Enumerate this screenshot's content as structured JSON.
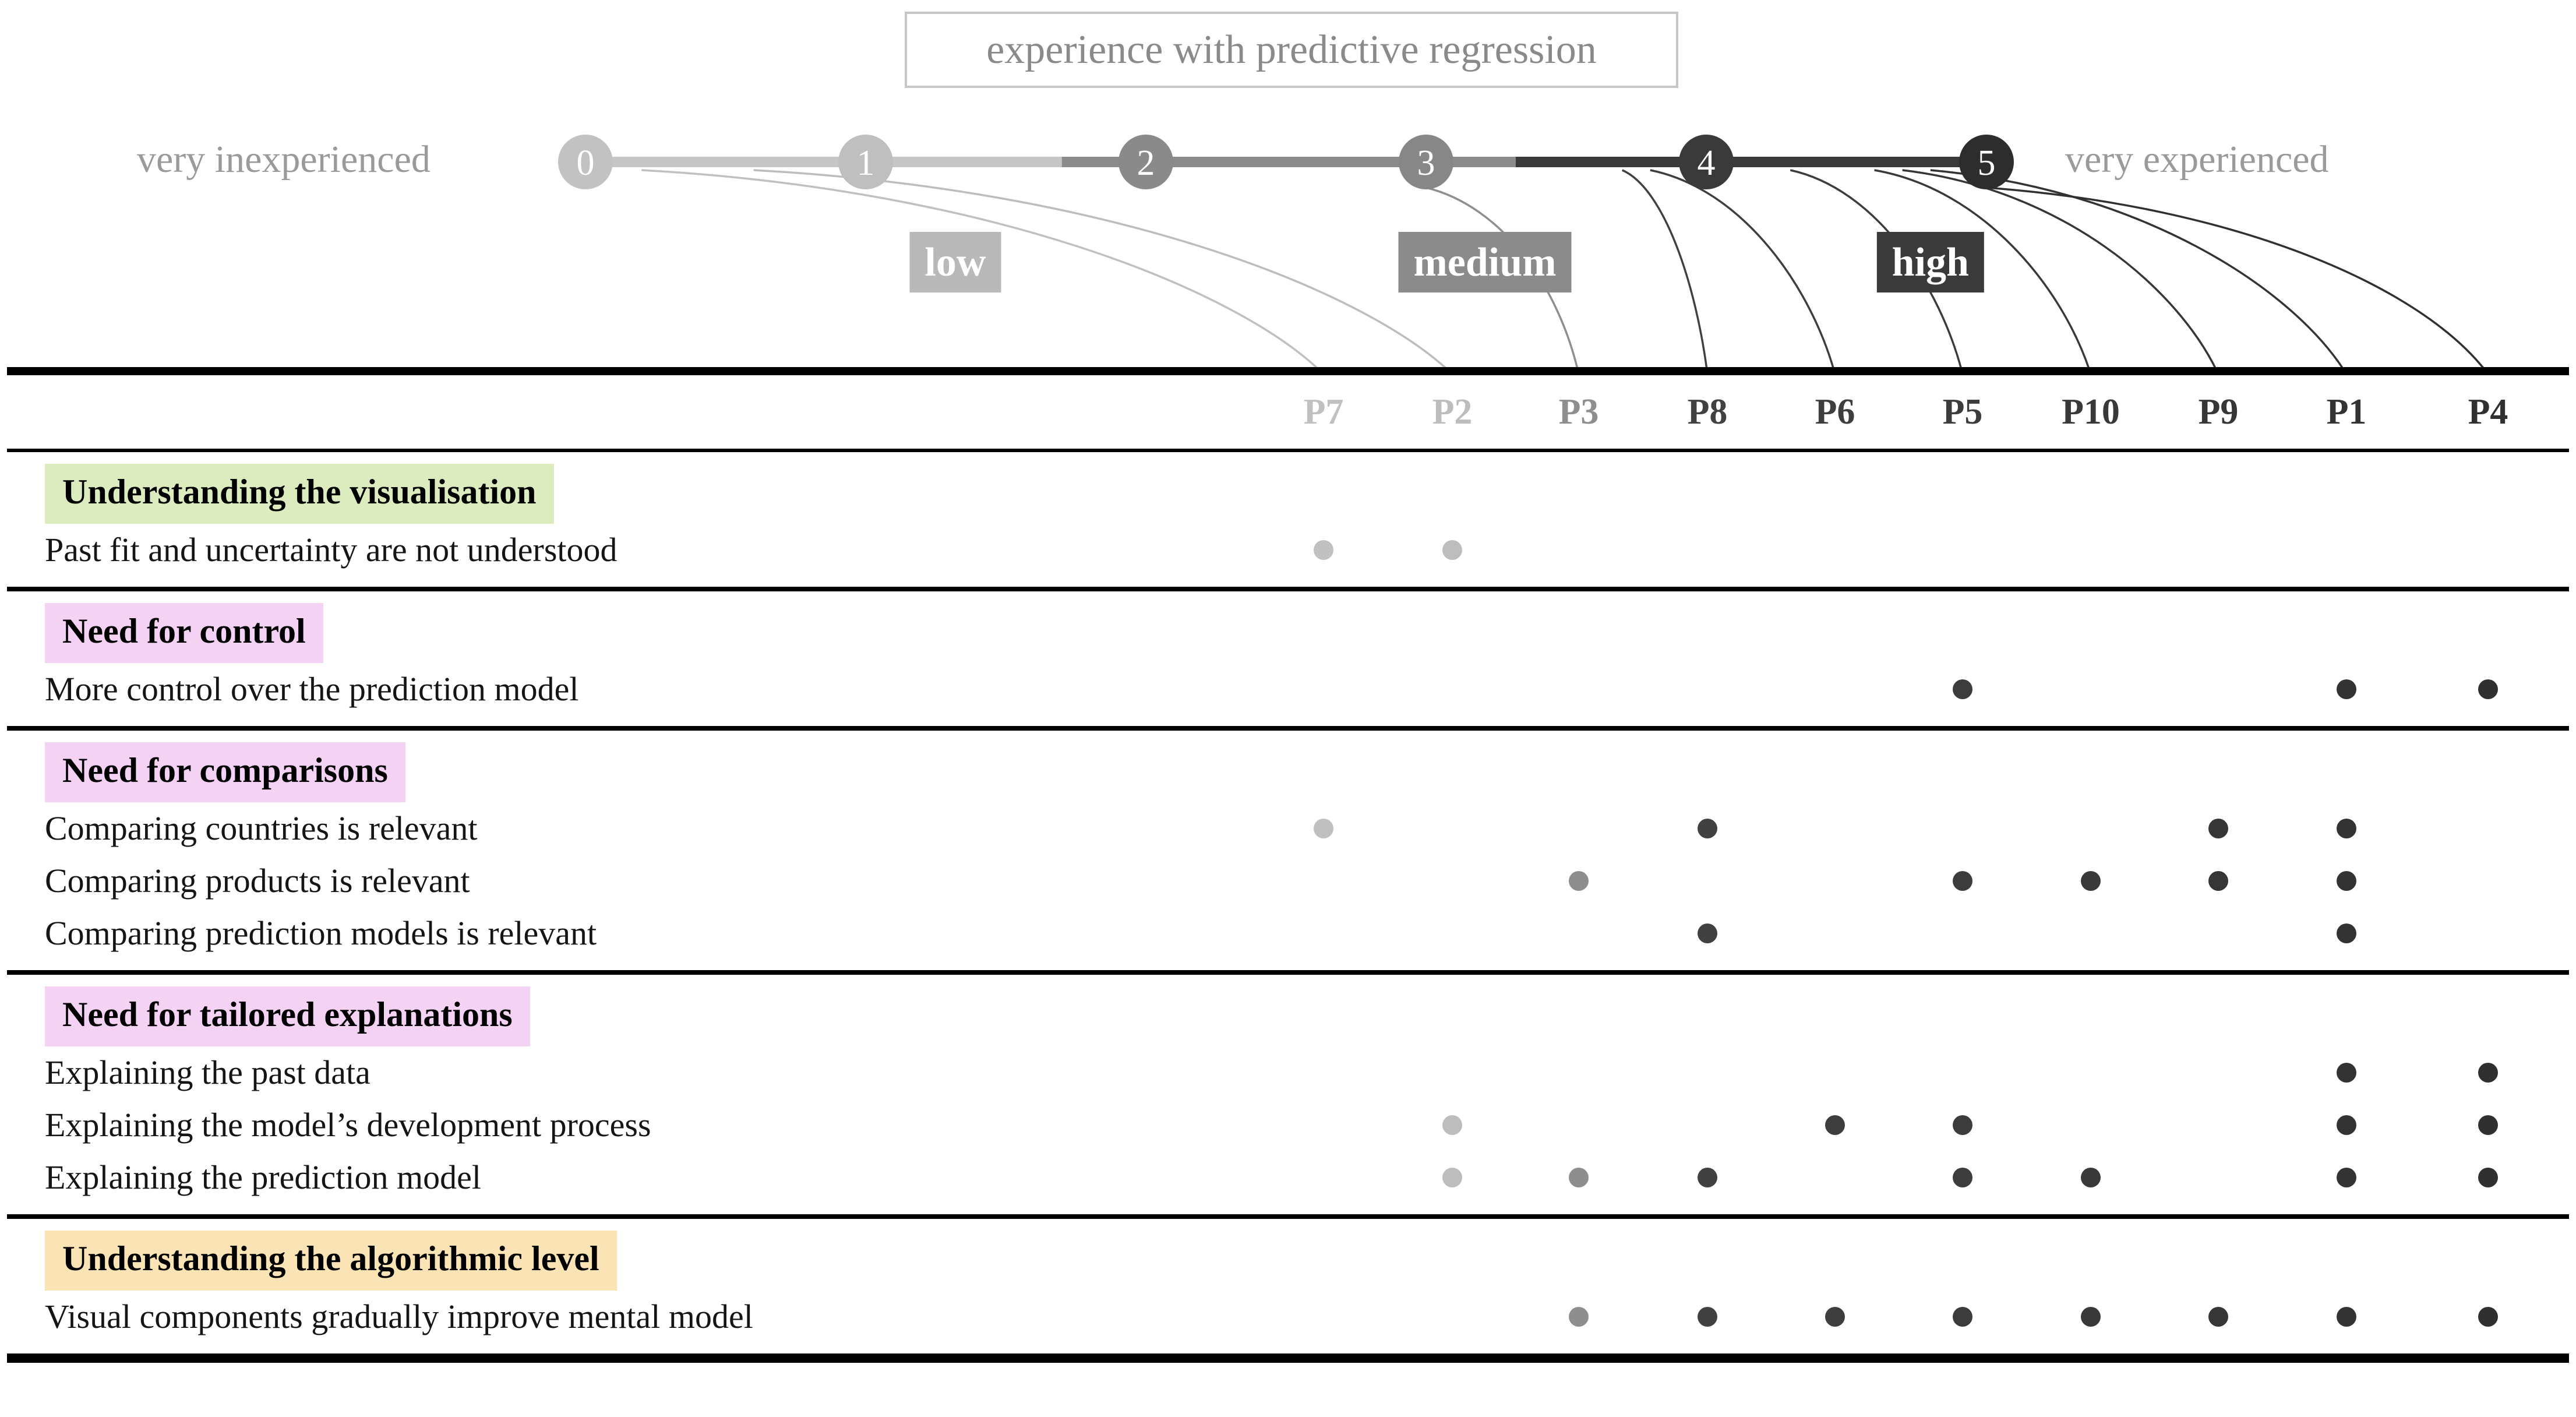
{
  "figure": {
    "scale": {
      "title": "experience with predictive regression",
      "left_label": "very inexperienced",
      "right_label": "very experienced",
      "ticks": [
        {
          "value": "0",
          "color": "#c2c2c2"
        },
        {
          "value": "1",
          "color": "#bfbfbf"
        },
        {
          "value": "2",
          "color": "#8a8a8a"
        },
        {
          "value": "3",
          "color": "#878787"
        },
        {
          "value": "4",
          "color": "#3a3a3a"
        },
        {
          "value": "5",
          "color": "#2d2d2d"
        }
      ],
      "segments": [
        {
          "from": 0,
          "to": 1.7,
          "color": "#c6c6c6"
        },
        {
          "from": 1.7,
          "to": 3.32,
          "color": "#8b8b8b"
        },
        {
          "from": 3.32,
          "to": 5,
          "color": "#3a3a3a"
        }
      ],
      "bands": [
        {
          "label": "low",
          "color": "#b9b9b9",
          "center_score": 1.32
        },
        {
          "label": "medium",
          "color": "#8b8b8b",
          "center_score": 3.21
        },
        {
          "label": "high",
          "color": "#3a3a3a",
          "center_score": 4.8
        }
      ]
    },
    "participants": [
      {
        "id": "P7",
        "score": 0.2,
        "color": "#c0c0c0"
      },
      {
        "id": "P2",
        "score": 0.6,
        "color": "#bdbdbd"
      },
      {
        "id": "P3",
        "score": 3.0,
        "color": "#8e8e8e"
      },
      {
        "id": "P8",
        "score": 3.7,
        "color": "#414141"
      },
      {
        "id": "P6",
        "score": 3.8,
        "color": "#3e3e3e"
      },
      {
        "id": "P5",
        "score": 4.3,
        "color": "#3c3c3c"
      },
      {
        "id": "P10",
        "score": 4.6,
        "color": "#393939"
      },
      {
        "id": "P9",
        "score": 4.7,
        "color": "#363636"
      },
      {
        "id": "P1",
        "score": 4.8,
        "color": "#333333"
      },
      {
        "id": "P4",
        "score": 5.0,
        "color": "#303030"
      }
    ],
    "sections": [
      {
        "title": "Understanding the visualisation",
        "highlight": "#dcecbf",
        "rows": [
          {
            "label": "Past fit and uncertainty are not understood",
            "marks": [
              "P7",
              "P2"
            ]
          }
        ]
      },
      {
        "title": "Need for control",
        "highlight": "#f4d2f4",
        "rows": [
          {
            "label": "More control over the prediction model",
            "marks": [
              "P5",
              "P1",
              "P4"
            ]
          }
        ]
      },
      {
        "title": "Need for comparisons",
        "highlight": "#f4d2f4",
        "rows": [
          {
            "label": "Comparing countries is relevant",
            "marks": [
              "P7",
              "P8",
              "P9",
              "P1"
            ]
          },
          {
            "label": "Comparing products is relevant",
            "marks": [
              "P3",
              "P5",
              "P10",
              "P9",
              "P1"
            ]
          },
          {
            "label": "Comparing prediction models is relevant",
            "marks": [
              "P8",
              "P1"
            ]
          }
        ]
      },
      {
        "title": "Need for tailored explanations",
        "highlight": "#f4d2f4",
        "rows": [
          {
            "label": "Explaining the past data",
            "marks": [
              "P1",
              "P4"
            ]
          },
          {
            "label": "Explaining the model’s development process",
            "marks": [
              "P2",
              "P6",
              "P5",
              "P1",
              "P4"
            ]
          },
          {
            "label": "Explaining the prediction model",
            "marks": [
              "P2",
              "P3",
              "P8",
              "P5",
              "P10",
              "P1",
              "P4"
            ]
          }
        ]
      },
      {
        "title": "Understanding the algorithmic level",
        "highlight": "#fae3b5",
        "rows": [
          {
            "label": "Visual components gradually improve mental model",
            "marks": [
              "P3",
              "P8",
              "P6",
              "P5",
              "P10",
              "P9",
              "P1",
              "P4"
            ]
          }
        ]
      }
    ]
  },
  "chart_data": {
    "type": "table",
    "title": "experience with predictive regression",
    "columns": [
      "P7",
      "P2",
      "P3",
      "P8",
      "P6",
      "P5",
      "P10",
      "P9",
      "P1",
      "P4"
    ],
    "column_experience_band": [
      "low",
      "low",
      "medium",
      "high",
      "high",
      "high",
      "high",
      "high",
      "high",
      "high"
    ],
    "column_experience_score_0_to_5": [
      0.2,
      0.6,
      3,
      3.7,
      3.8,
      4.3,
      4.6,
      4.7,
      4.8,
      5
    ],
    "scale": {
      "min": 0,
      "max": 5,
      "min_label": "very inexperienced",
      "max_label": "very experienced",
      "bands": [
        "low",
        "medium",
        "high"
      ]
    },
    "row_groups": [
      {
        "group": "Understanding the visualisation",
        "rows": [
          {
            "label": "Past fit and uncertainty are not understood",
            "participants": [
              "P7",
              "P2"
            ]
          }
        ]
      },
      {
        "group": "Need for control",
        "rows": [
          {
            "label": "More control over the prediction model",
            "participants": [
              "P5",
              "P1",
              "P4"
            ]
          }
        ]
      },
      {
        "group": "Need for comparisons",
        "rows": [
          {
            "label": "Comparing countries is relevant",
            "participants": [
              "P7",
              "P8",
              "P9",
              "P1"
            ]
          },
          {
            "label": "Comparing products is relevant",
            "participants": [
              "P3",
              "P5",
              "P10",
              "P9",
              "P1"
            ]
          },
          {
            "label": "Comparing prediction models is relevant",
            "participants": [
              "P8",
              "P1"
            ]
          }
        ]
      },
      {
        "group": "Need for tailored explanations",
        "rows": [
          {
            "label": "Explaining the past data",
            "participants": [
              "P1",
              "P4"
            ]
          },
          {
            "label": "Explaining the model’s development process",
            "participants": [
              "P2",
              "P6",
              "P5",
              "P1",
              "P4"
            ]
          },
          {
            "label": "Explaining the prediction model",
            "participants": [
              "P2",
              "P3",
              "P8",
              "P5",
              "P10",
              "P1",
              "P4"
            ]
          }
        ]
      },
      {
        "group": "Understanding the algorithmic level",
        "rows": [
          {
            "label": "Visual components gradually improve mental model",
            "participants": [
              "P3",
              "P8",
              "P6",
              "P5",
              "P10",
              "P9",
              "P1",
              "P4"
            ]
          }
        ]
      }
    ]
  }
}
